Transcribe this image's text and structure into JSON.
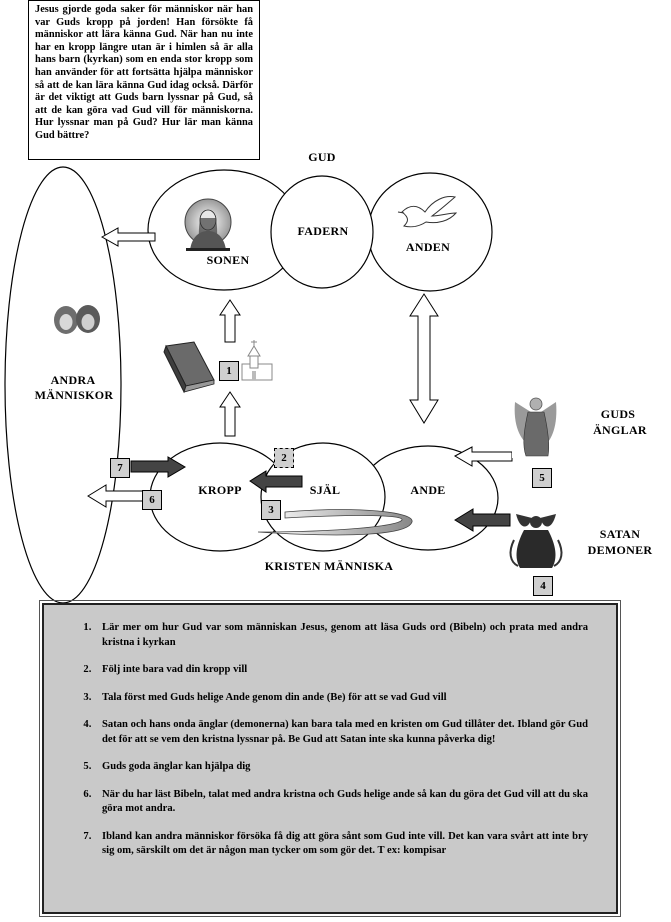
{
  "intro_text": "Jesus gjorde goda saker för människor när han var Guds kropp på jorden! Han försökte få människor att lära känna Gud. När han nu inte har en kropp längre utan är i himlen så är alla hans barn (kyrkan) som en enda stor kropp som han använder för att fortsätta hjälpa människor så att de kan lära känna Gud idag också. Därför är det viktigt att Guds barn lyssnar på Gud, så att de kan göra vad Gud vill för människorna. Hur lyssnar man på Gud? Hur lär man känna Gud bättre?",
  "labels": {
    "gud": "GUD",
    "sonen": "SONEN",
    "fadern": "FADERN",
    "anden": "ANDEN",
    "andra_1": "ANDRA",
    "andra_2": "MÄNNISKOR",
    "kropp": "KROPP",
    "sjal": "SJÄL",
    "ande": "ANDE",
    "kristen": "KRISTEN MÄNNISKA",
    "guds_1": "GUDS",
    "guds_2": "ÄNGLAR",
    "satan_1": "SATAN",
    "satan_2": "DEMONER"
  },
  "badges": {
    "b1": "1",
    "b2": "2",
    "b3": "3",
    "b4": "4",
    "b5": "5",
    "b6": "6",
    "b7": "7"
  },
  "list_items": [
    "Lär mer om hur Gud var som människan Jesus, genom att läsa Guds ord (Bibeln) och prata med andra kristna i kyrkan",
    "Följ inte bara vad din kropp vill",
    "Tala först med Guds helige Ande genom din ande (Be) för att se vad Gud vill",
    "Satan och hans onda änglar (demonerna) kan bara tala med en kristen om Gud tillåter det. Ibland gör Gud det för att se vem den kristna lyssnar på. Be Gud att Satan inte ska kunna påverka dig!",
    "Guds goda änglar kan hjälpa dig",
    "När du har läst Bibeln, talat med andra kristna och Guds helige ande så kan du göra det Gud vill att du ska göra mot andra.",
    "Ibland kan andra människor försöka få dig att göra sånt som Gud inte vill. Det kan vara svårt att inte bry sig om, särskilt om det är någon man tycker om som gör det. T ex: kompisar"
  ]
}
